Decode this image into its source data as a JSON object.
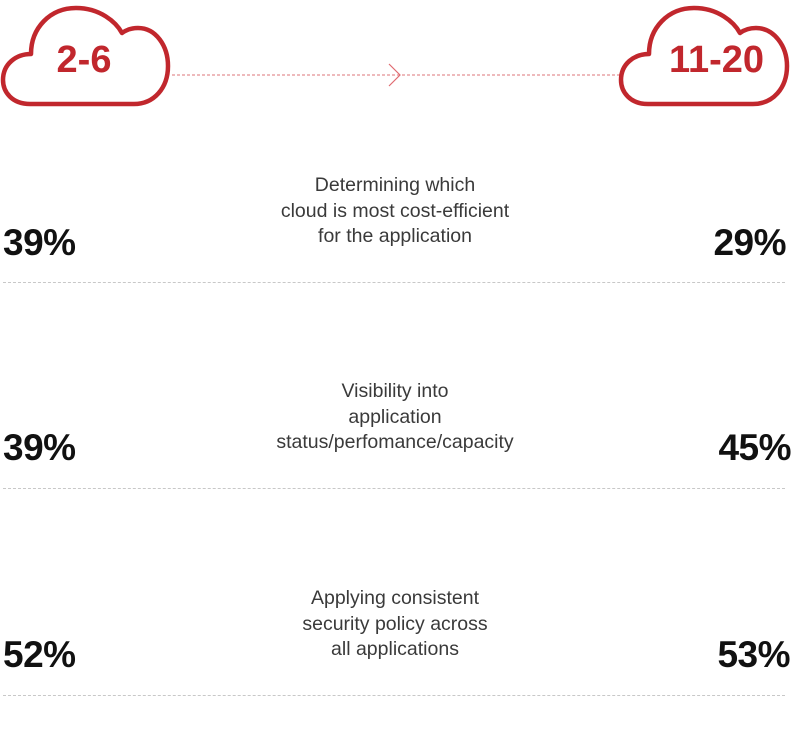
{
  "header": {
    "left_cloud": {
      "label": "2-6",
      "icon": "cloud-outline-icon"
    },
    "right_cloud": {
      "label": "11-20",
      "icon": "cloud-outline-icon"
    },
    "connector_icon": "chevron-right-arrow-icon",
    "accent_color": "#c1272d"
  },
  "rows": [
    {
      "description": "Determining which\ncloud is most cost-efficient\nfor the application",
      "left_value": "39%",
      "right_value": "29%"
    },
    {
      "description": "Visibility into\napplication\nstatus/perfomance/capacity",
      "left_value": "39%",
      "right_value": "45%"
    },
    {
      "description": "Applying consistent\nsecurity policy across\nall applications",
      "left_value": "52%",
      "right_value": "53%"
    }
  ]
}
